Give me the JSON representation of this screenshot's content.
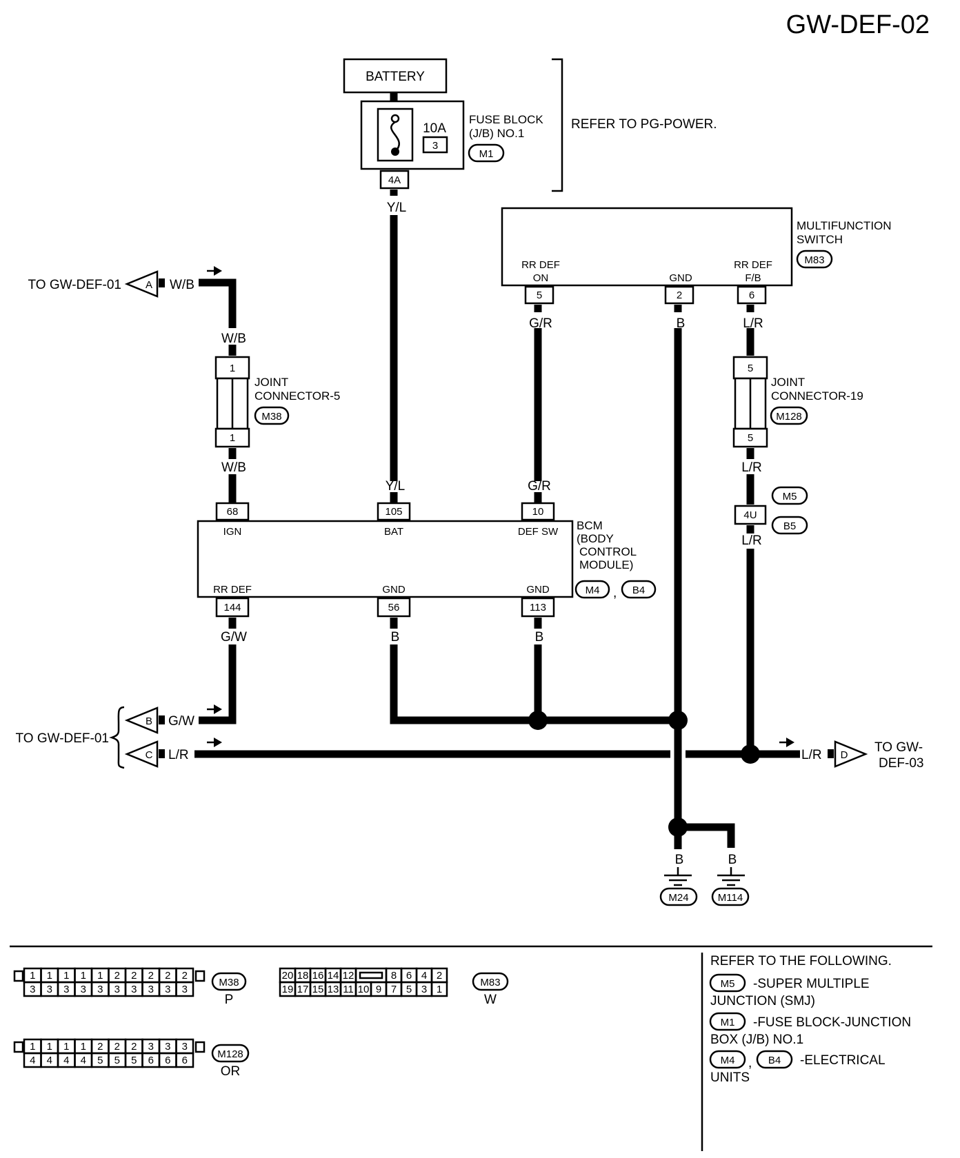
{
  "title": "GW-DEF-02",
  "battery": "BATTERY",
  "fuse": {
    "amp": "10A",
    "num": "3",
    "name1": "FUSE BLOCK",
    "name2": "(J/B) NO.1",
    "conn": "M1",
    "pin": "4A"
  },
  "refer_pg": "REFER TO PG-POWER.",
  "mfs": {
    "name1": "MULTIFUNCTION",
    "name2": "SWITCH",
    "conn": "M83",
    "t_rrdef_on1": "RR DEF",
    "t_rrdef_on2": "ON",
    "t_gnd": "GND",
    "t_rrdef_fb1": "RR DEF",
    "t_rrdef_fb2": "F/B",
    "pin5": "5",
    "pin2": "2",
    "pin6": "6"
  },
  "jc5": {
    "name1": "JOINT",
    "name2": "CONNECTOR-5",
    "conn": "M38",
    "pin_top": "1",
    "pin_bot": "1"
  },
  "jc19": {
    "name1": "JOINT",
    "name2": "CONNECTOR-19",
    "conn": "M128",
    "pin_top": "5",
    "pin_bot": "5"
  },
  "smj": {
    "pin": "4U",
    "conn1": "M5",
    "conn2": "B5"
  },
  "bcm": {
    "name1": "BCM",
    "name2": "(BODY",
    "name3": "CONTROL",
    "name4": "MODULE)",
    "conn1": "M4",
    "conn2": "B4",
    "sep": ",",
    "t_ign": "IGN",
    "t_bat": "BAT",
    "t_defsw": "DEF SW",
    "t_rrdef": "RR DEF",
    "t_gnd1": "GND",
    "t_gnd2": "GND",
    "p68": "68",
    "p105": "105",
    "p10": "10",
    "p144": "144",
    "p56": "56",
    "p113": "113"
  },
  "colors": {
    "yl": "Y/L",
    "wb": "W/B",
    "gr": "G/R",
    "b": "B",
    "lr": "L/R",
    "gw": "G/W"
  },
  "links": {
    "to01": "TO GW-DEF-01",
    "to03a": "TO GW-",
    "to03b": "DEF-03",
    "a": "A",
    "b": "B",
    "c": "C",
    "d": "D"
  },
  "grounds": {
    "g1": "M24",
    "g2": "M114"
  },
  "connectors": {
    "m38": {
      "id": "M38",
      "color": "P",
      "top": [
        "1",
        "1",
        "1",
        "1",
        "1",
        "2",
        "2",
        "2",
        "2",
        "2"
      ],
      "bot": [
        "3",
        "3",
        "3",
        "3",
        "3",
        "3",
        "3",
        "3",
        "3",
        "3"
      ]
    },
    "m83": {
      "id": "M83",
      "color": "W",
      "top_l": [
        "20",
        "18",
        "16",
        "14",
        "12"
      ],
      "top_r": [
        "8",
        "6",
        "4",
        "2"
      ],
      "bot": [
        "19",
        "17",
        "15",
        "13",
        "11",
        "10",
        "9",
        "7",
        "5",
        "3",
        "1"
      ]
    },
    "m128": {
      "id": "M128",
      "color": "OR",
      "top": [
        "1",
        "1",
        "1",
        "1",
        "2",
        "2",
        "2",
        "3",
        "3",
        "3"
      ],
      "bot": [
        "4",
        "4",
        "4",
        "4",
        "5",
        "5",
        "5",
        "6",
        "6",
        "6"
      ]
    }
  },
  "notes": {
    "head": "REFER TO THE FOLLOWING.",
    "n1_conn": "M5",
    "n1_a": "-SUPER MULTIPLE",
    "n1_b": "JUNCTION (SMJ)",
    "n2_conn": "M1",
    "n2_a": "-FUSE BLOCK-JUNCTION",
    "n2_b": "BOX (J/B) NO.1",
    "n3_conn1": "M4",
    "n3_sep": ",",
    "n3_conn2": "B4",
    "n3_a": "-ELECTRICAL",
    "n3_b": "UNITS"
  }
}
